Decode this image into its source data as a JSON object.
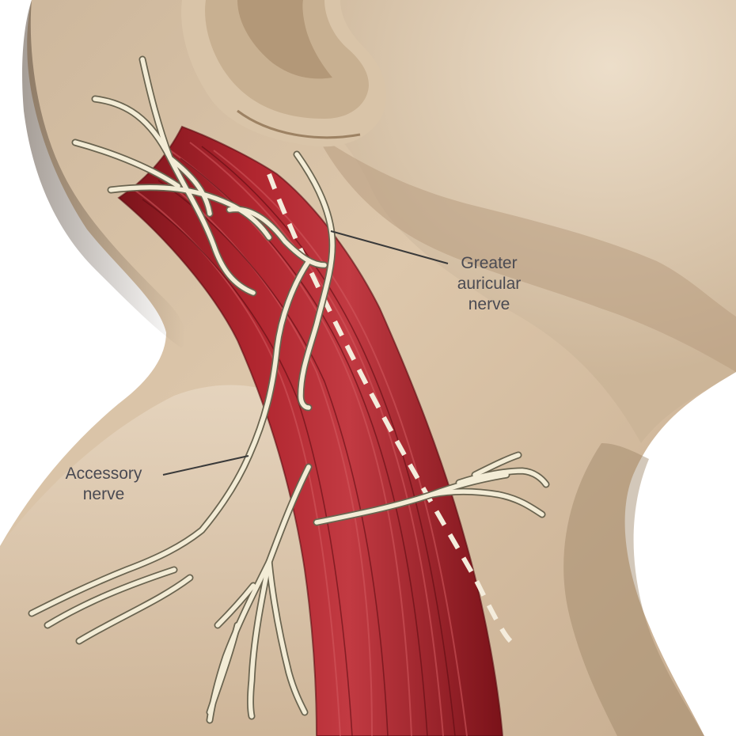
{
  "labels": {
    "greater_auricular": {
      "line1": "Greater",
      "line2": "auricular",
      "line3": "nerve"
    },
    "accessory": {
      "line1": "Accessory",
      "line2": "nerve"
    }
  },
  "colors": {
    "background": "#ffffff",
    "skin": "#d8c2a6",
    "skin_light": "#e9d8c2",
    "skin_shadow": "#a88e74",
    "muscle": "#a41f28",
    "muscle_dark": "#6e0f16",
    "muscle_highlight": "#c8434a",
    "nerve": "#f3ecd6",
    "nerve_outline": "#6a6450",
    "leader_line": "#3a3a3a",
    "label_text": "#4a4a52"
  },
  "icons": {
    "figure": "neck-anatomy-illustration"
  }
}
